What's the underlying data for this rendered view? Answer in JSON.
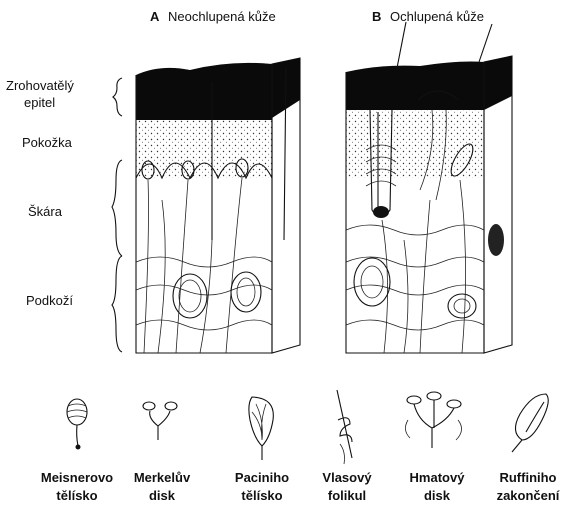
{
  "panels": {
    "a": {
      "letter": "A",
      "title": "Neochlupená kůže"
    },
    "b": {
      "letter": "B",
      "title": "Ochlupená kůže"
    }
  },
  "layers": [
    {
      "line1": "Zrohovatělý",
      "line2": "epitel"
    },
    {
      "line1": "Pokožka"
    },
    {
      "line1": "Škára"
    },
    {
      "line1": "Podkoží"
    }
  ],
  "receptors": [
    {
      "line1": "Meisnerovo",
      "line2": "tělísko"
    },
    {
      "line1": "Merkelův",
      "line2": "disk"
    },
    {
      "line1": "Paciniho",
      "line2": "tělísko"
    },
    {
      "line1": "Vlasový",
      "line2": "folikul"
    },
    {
      "line1": "Hmatový",
      "line2": "disk"
    },
    {
      "line1": "Ruffiniho",
      "line2": "zakončení"
    }
  ]
}
